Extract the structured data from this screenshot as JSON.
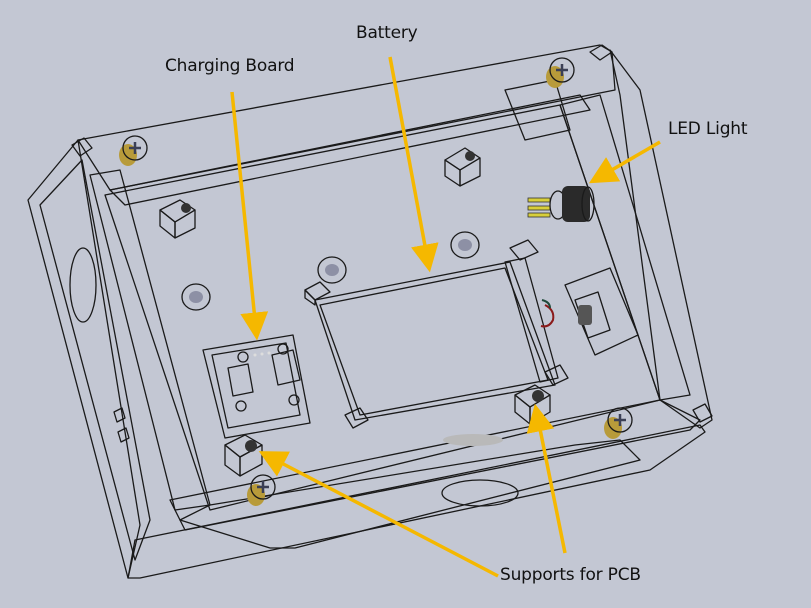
{
  "diagram": {
    "subject": "Enclosure assembly (top view, lid removed)",
    "background_color": "#c3c7d3",
    "annotation_color": "#f5b800",
    "labels": [
      {
        "id": "charging-board",
        "text": "Charging Board"
      },
      {
        "id": "battery",
        "text": "Battery"
      },
      {
        "id": "led-light",
        "text": "LED Light"
      },
      {
        "id": "pcb-supports",
        "text": "Supports for PCB"
      }
    ],
    "components": {
      "charging_board_color": "#1f3fa0",
      "battery_tab_color": "#c8c46a",
      "screw_color": "#a9adc4",
      "washer_color": "#b89b3a",
      "led_body_color": "#2a2a2a",
      "led_pin_color": "#d8cf3a"
    }
  }
}
